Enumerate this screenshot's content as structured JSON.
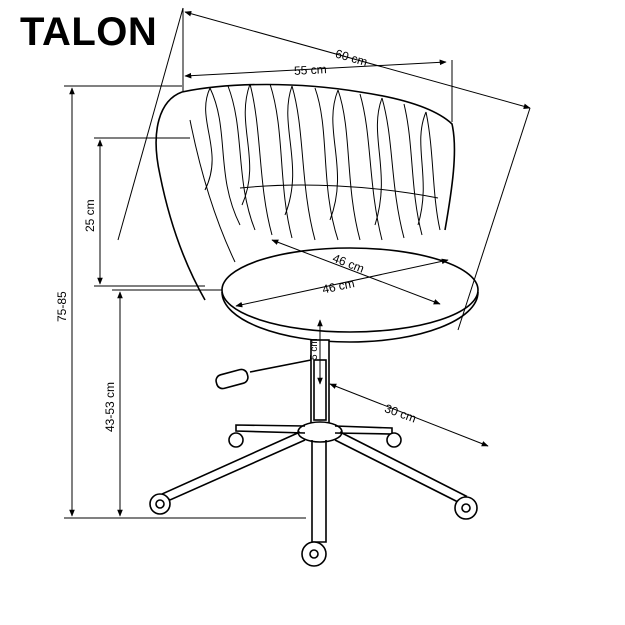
{
  "title": "TALON",
  "dimensions": {
    "overall_width": "60 cm",
    "back_width": "55 cm",
    "seat_depth": "46 cm",
    "seat_width": "46 cm",
    "backrest_height": "25 cm",
    "total_height": "75-85",
    "seat_height": "43-53 cm",
    "seat_thickness": "5 cm",
    "base_radius": "30 cm"
  },
  "colors": {
    "line": "#000000",
    "background": "#ffffff"
  }
}
